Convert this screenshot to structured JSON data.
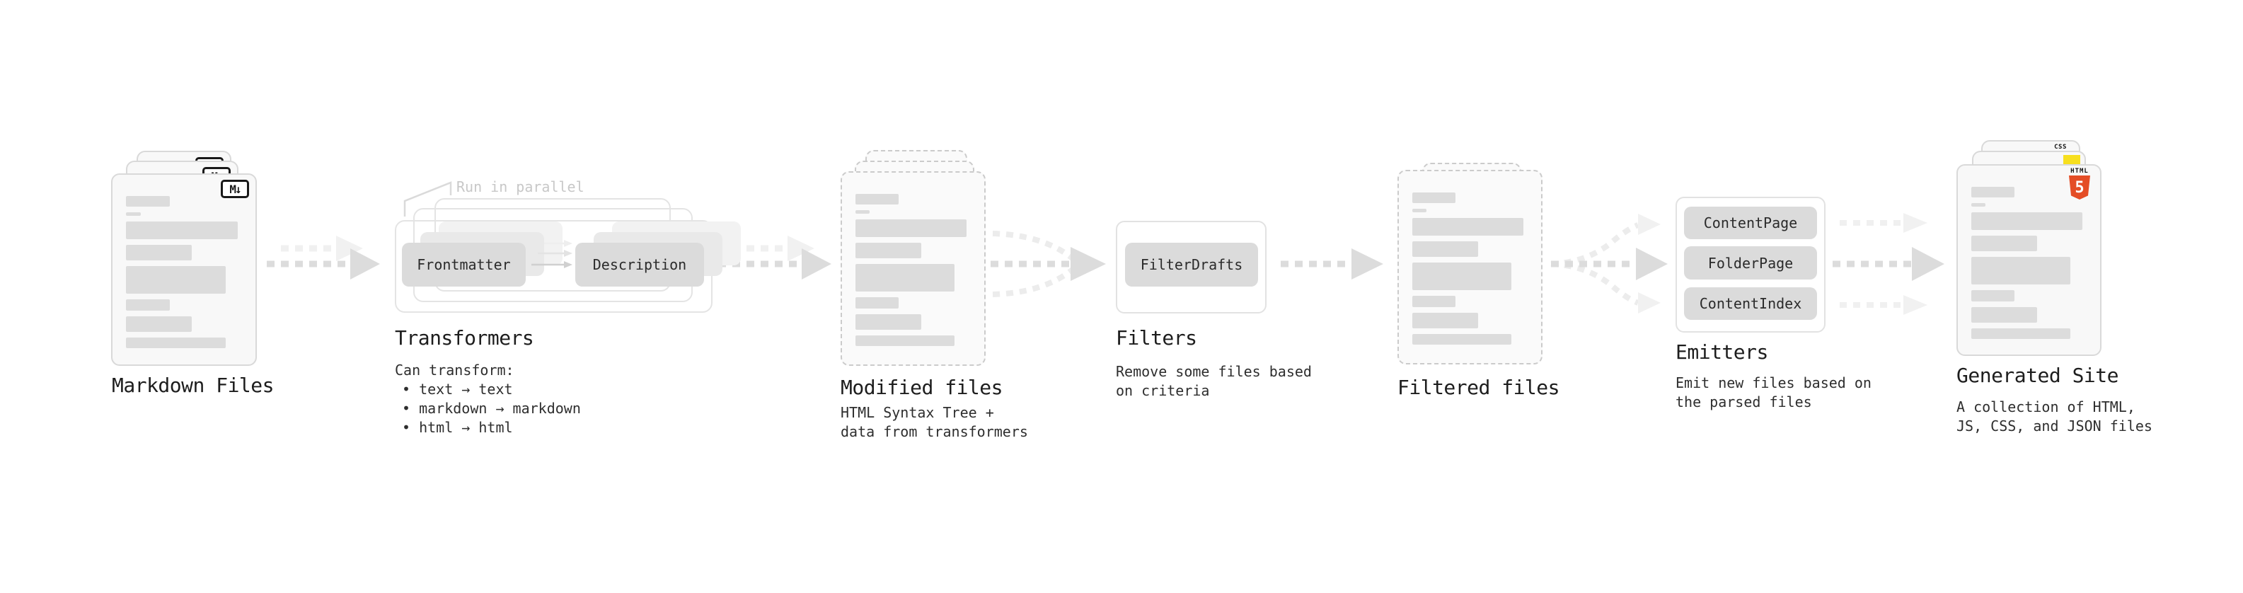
{
  "palette": {
    "card_bg": "#f8f8f8",
    "card_border": "#d9d9d9",
    "dashed_border": "#cbcbcb",
    "skeleton_bar": "#dcdcdc",
    "pill_bg": "#dbdbdb",
    "box_border": "#e2e2e2",
    "arrow_main": "#dcdcdc",
    "arrow_light": "#f0f0f0",
    "heading_text": "#1d1d1d",
    "body_text": "#2e2e2e",
    "annotation_text": "#c8c8c8",
    "html5_orange": "#e44d26",
    "js_yellow": "#f7df1e",
    "css_blue": "#2962ff"
  },
  "stages": {
    "markdown": {
      "label": "Markdown Files",
      "badge": "M↓"
    },
    "transformers": {
      "annotation": "Run in parallel",
      "pill_left": "Frontmatter",
      "pill_right": "Description",
      "label": "Transformers",
      "desc_title": "Can transform:",
      "bullets": [
        "• text → text",
        "• markdown → markdown",
        "• html → html"
      ]
    },
    "modified": {
      "label": "Modified files",
      "sub": [
        "HTML Syntax Tree +",
        "data from transformers"
      ]
    },
    "filters": {
      "pill": "FilterDrafts",
      "label": "Filters",
      "sub": [
        "Remove some files based",
        "on criteria"
      ]
    },
    "filtered": {
      "label": "Filtered files"
    },
    "emitters": {
      "pills": [
        "ContentPage",
        "FolderPage",
        "ContentIndex"
      ],
      "label": "Emitters",
      "sub": [
        "Emit new files based on",
        "the parsed files"
      ]
    },
    "generated": {
      "label": "Generated Site",
      "sub": [
        "A collection of HTML,",
        "JS, CSS, and JSON files"
      ],
      "badge_css": "CSS",
      "badge_html_word": "HTML",
      "badge_html_num": "5"
    }
  }
}
